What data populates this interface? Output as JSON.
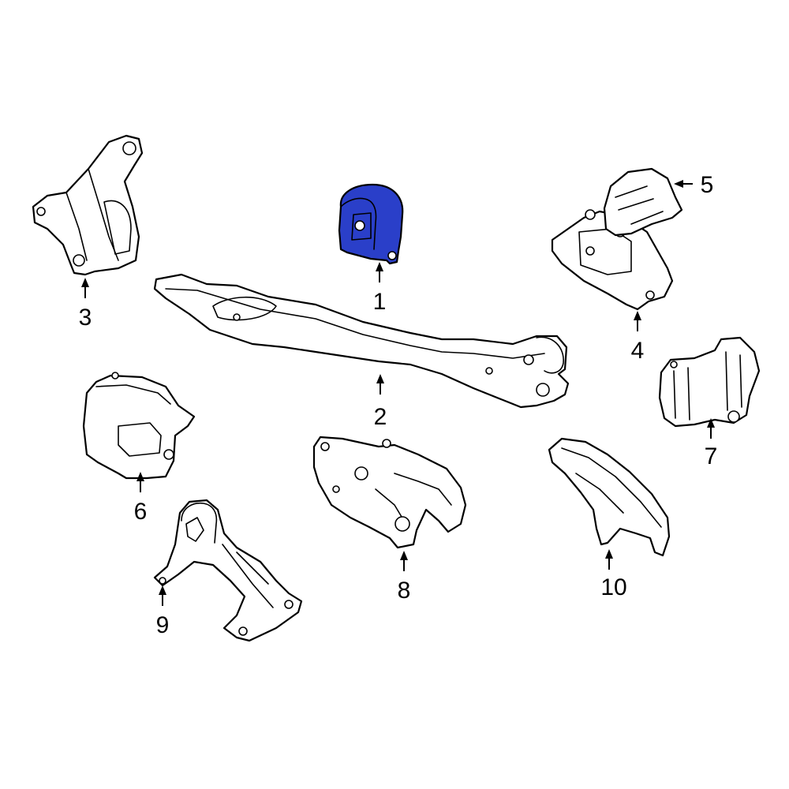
{
  "diagram": {
    "highlight_color": "#2a3fc9",
    "line_color": "#000000",
    "background": "#ffffff",
    "callouts": [
      {
        "label": "1",
        "part": "engine-mount-highlighted"
      },
      {
        "label": "2",
        "part": "crossmember"
      },
      {
        "label": "3",
        "part": "bracket"
      },
      {
        "label": "4",
        "part": "mount"
      },
      {
        "label": "5",
        "part": "mount-cover"
      },
      {
        "label": "6",
        "part": "mount"
      },
      {
        "label": "7",
        "part": "bracket"
      },
      {
        "label": "8",
        "part": "bracket"
      },
      {
        "label": "9",
        "part": "mount"
      },
      {
        "label": "10",
        "part": "heat-shield"
      }
    ]
  }
}
